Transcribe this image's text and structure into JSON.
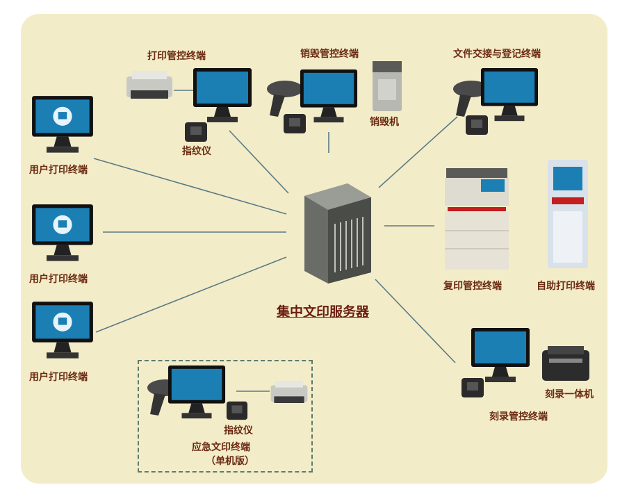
{
  "center": {
    "label": "集中文印服务器",
    "icon": "server-tower-icon"
  },
  "nodes": {
    "print_control": "打印管控终端",
    "fingerprint_1": "指纹仪",
    "destroy_control": "销毁管控终端",
    "shredder": "销毁机",
    "file_exchange": "文件交接与登记终端",
    "user_terminal_1": "用户打印终端",
    "user_terminal_2": "用户打印终端",
    "user_terminal_3": "用户打印终端",
    "copy_control": "复印管控终端",
    "self_print": "自助打印终端",
    "burn_machine": "刻录一体机",
    "burn_control": "刻录管控终端",
    "fingerprint_2": "指纹仪",
    "emergency": "应急文印终端",
    "emergency_sub": "（单机版）"
  },
  "colors": {
    "background": "#f3ecc8",
    "label": "#6a2a12",
    "line": "#5a7a86",
    "screen": "#1b7fb4"
  }
}
